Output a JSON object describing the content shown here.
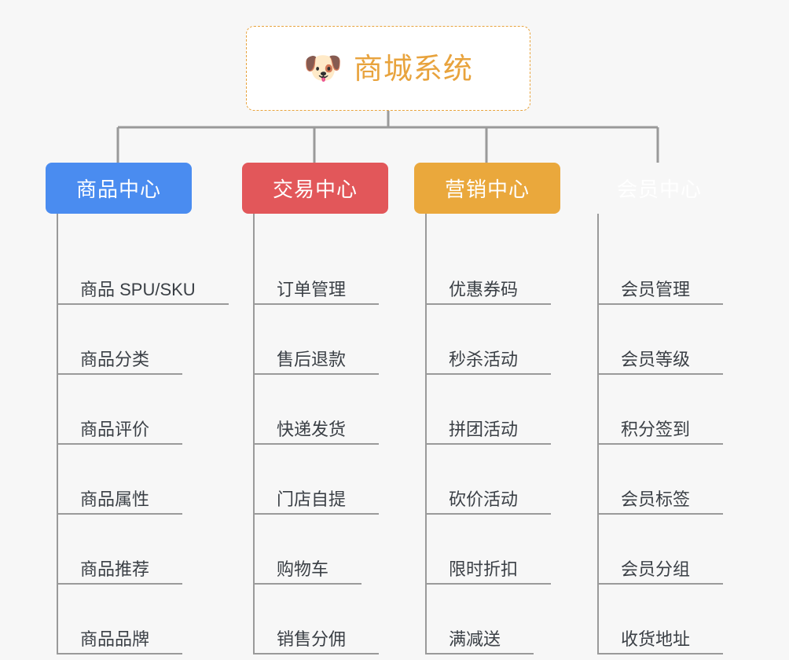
{
  "diagram": {
    "type": "mindmap-tree",
    "background_color": "#f7f7f7",
    "line_color": "#9a9a9a",
    "root": {
      "icon": "shiba-dog-face-icon",
      "emoji": "🐶",
      "title": "商城系统",
      "text_color": "#e8a33d",
      "border_color": "#e8a33d",
      "border_style": "dashed",
      "background_color": "#ffffff"
    },
    "categories": [
      {
        "label": "商品中心",
        "color": "#4a8cf0",
        "items": [
          "商品 SPU/SKU",
          "商品分类",
          "商品评价",
          "商品属性",
          "商品推荐",
          "商品品牌"
        ]
      },
      {
        "label": "交易中心",
        "color": "#e2575a",
        "items": [
          "订单管理",
          "售后退款",
          "快递发货",
          "门店自提",
          "购物车",
          "销售分佣"
        ]
      },
      {
        "label": "营销中心",
        "color": "#eaa83c",
        "items": [
          "优惠券码",
          "秒杀活动",
          "拼团活动",
          "砍价活动",
          "限时折扣",
          "满减送"
        ]
      },
      {
        "label": "会员中心",
        "color": "#78c council",
        "items": [
          "会员管理",
          "会员等级",
          "积分签到",
          "会员标签",
          "会员分组",
          "收货地址"
        ]
      }
    ]
  }
}
